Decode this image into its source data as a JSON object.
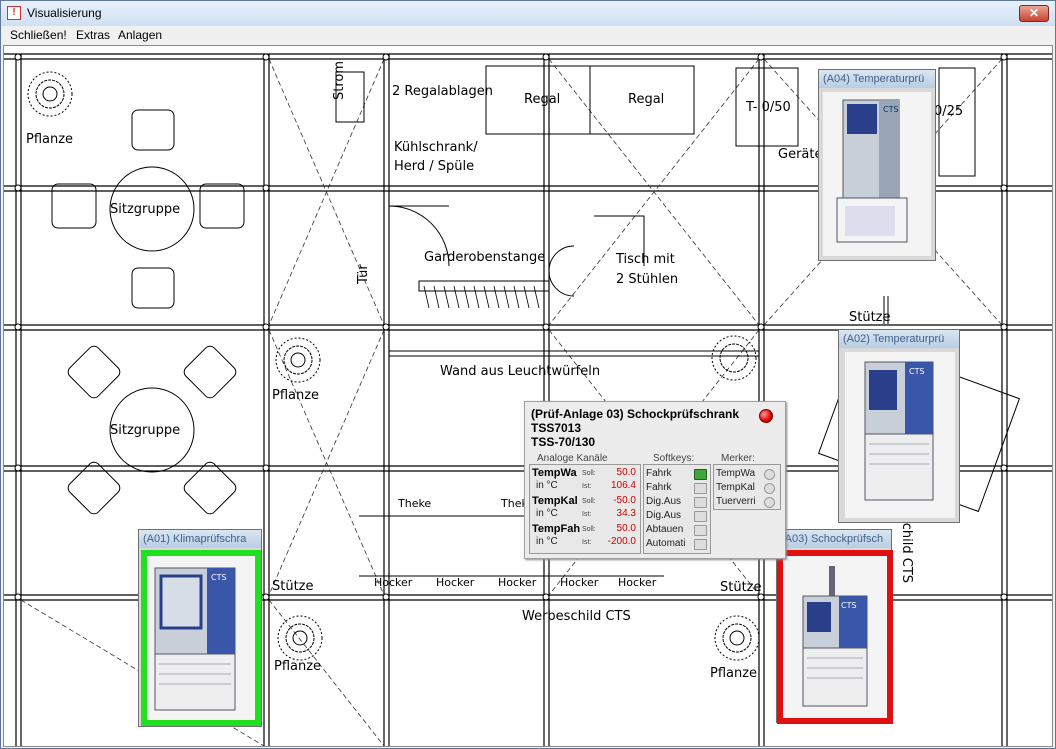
{
  "window": {
    "title": "Visualisierung",
    "close_glyph": "✕",
    "app_icon": "thermometer-app-icon"
  },
  "menu": [
    "Schließen!",
    "Extras",
    "Anlagen"
  ],
  "plan_labels": {
    "pflanze": "Pflanze",
    "sitzgruppe": "Sitzgruppe",
    "strom": "Strom",
    "regalablagen": "2 Regalablagen",
    "regal": "Regal",
    "kuehlschrank_1": "Kühlschrank/",
    "kuehlschrank_2": "Herd / Spüle",
    "tuer": "Tür",
    "garderobe": "Garderobenstange",
    "tisch_1": "Tisch mit",
    "tisch_2": "2 Stühlen",
    "t_left": "T- 0/50",
    "t_right": "0/25",
    "geraete": "Geräte",
    "stuetze": "Stütze",
    "wand": "Wand aus Leuchtwürfeln",
    "theke": "Theke",
    "theke2": "Thek",
    "hocker": "Hocker",
    "werbeschild": "Werbeschild CTS",
    "schild_cts": "schild CTS"
  },
  "devices": {
    "a04": {
      "title": "(A04) Temperaturprü",
      "brand": "CTS"
    },
    "a02": {
      "title": "(A02) Temperaturprü",
      "brand": "CTS"
    },
    "a01": {
      "title": "(A01) Klimaprüfschra",
      "brand": "CTS",
      "status_color": "#20e020"
    },
    "a03": {
      "title": "(A03) Schockprüfsch",
      "brand": "CTS",
      "status_color": "#e01010"
    }
  },
  "popup": {
    "title_line1": "(Prüf-Anlage 03) Schockprüfschrank",
    "title_line2": "TSS7013",
    "title_line3": "TSS-70/130",
    "status_led_color": "#e00000",
    "analog_header": "Analoge Kanäle",
    "softkeys_header": "Softkeys:",
    "merker_header": "Merker:",
    "soll_label": "Soll:",
    "ist_label": "Ist:",
    "channels": [
      {
        "name": "TempWa",
        "unit": "in °C",
        "soll": "50.0",
        "ist": "106.4"
      },
      {
        "name": "TempKal",
        "unit": "in °C",
        "soll": "-50.0",
        "ist": "34.3"
      },
      {
        "name": "TempFah",
        "unit": "in °C",
        "soll": "50.0",
        "ist": "-200.0"
      }
    ],
    "softkeys": [
      {
        "label": "Fahrk",
        "active": true
      },
      {
        "label": "Fahrk",
        "active": false
      },
      {
        "label": "Dig.Aus",
        "active": false
      },
      {
        "label": "Dig.Aus",
        "active": false
      },
      {
        "label": "Abtauen",
        "active": false
      },
      {
        "label": "Automati",
        "active": false
      }
    ],
    "merker": [
      {
        "label": "TempWa"
      },
      {
        "label": "TempKal"
      },
      {
        "label": "Tuerverri"
      }
    ]
  }
}
